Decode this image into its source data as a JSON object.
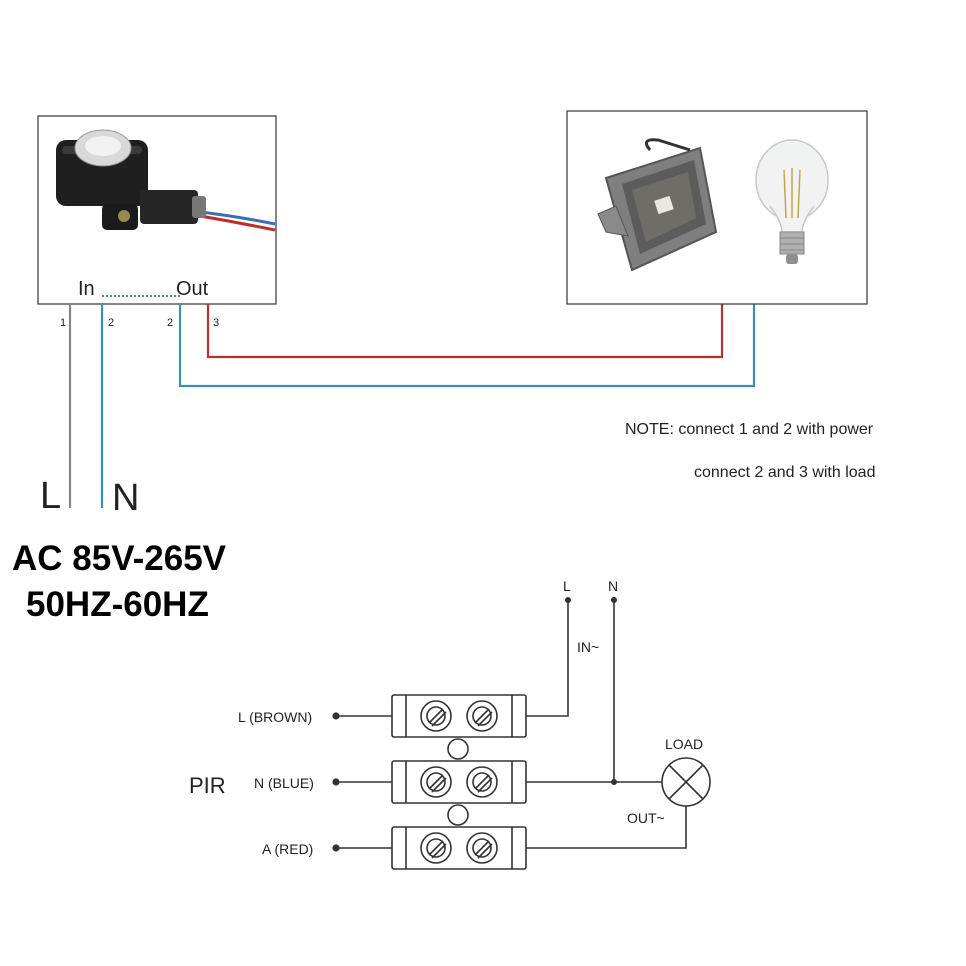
{
  "sensor_box": {
    "in_label": "In",
    "out_label": "Out",
    "pins": [
      "1",
      "2",
      "2",
      "3"
    ]
  },
  "supply": {
    "l_label": "L",
    "n_label": "N",
    "voltage": "AC 85V-265V",
    "frequency": "50HZ-60HZ"
  },
  "note": {
    "line1": "NOTE: connect 1 and 2 with power",
    "line2": "connect 2 and 3 with load"
  },
  "terminal_diagram": {
    "pir_label": "PIR",
    "rows": [
      "L (BROWN)",
      "N (BLUE)",
      "A (RED)"
    ],
    "l_label": "L",
    "n_label": "N",
    "in_label": "IN~",
    "out_label": "OUT~",
    "load_label": "LOAD"
  },
  "colors": {
    "wire_brown": "#8a8580",
    "wire_blue": "#3b8fb5",
    "wire_red": "#b9302b",
    "outline": "#333333"
  }
}
